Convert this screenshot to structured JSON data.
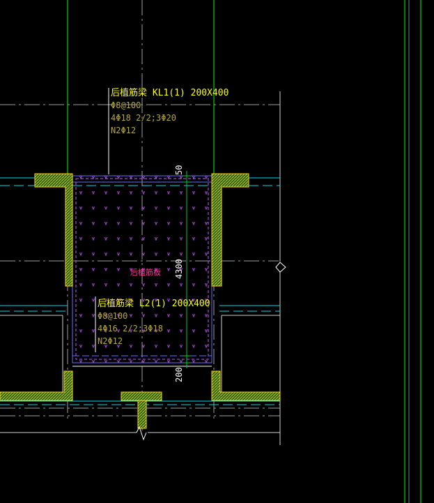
{
  "colors": {
    "background": "#000000",
    "axis_green": "#00ff00",
    "grid_gray": "#c8c8c8",
    "dash_cyan": "#00d8e8",
    "wall_hatch": "#9acd32",
    "slab_magenta": "#c060ff",
    "beam_blue": "#6a6aff",
    "label_yellow": "#ffff00",
    "note_olive": "#b5a542",
    "slab_label_pink": "#ff3399",
    "dimension_green": "#00cc33",
    "dimension_text": "#ffffff"
  },
  "icons": [
    "break-line-symbol"
  ],
  "beam_kl1": {
    "name": "后植筋梁  KL1(1) 200X400",
    "stirrup": "Φ8@100",
    "rebar": "4Φ18  2/2;3Φ20",
    "waist": "N2Φ12"
  },
  "beam_l2": {
    "name": "后植筋梁  L2(1) 200X400",
    "stirrup": "Φ8@100",
    "rebar": "4Φ16  2/2;3Φ18",
    "waist": "N2Φ12"
  },
  "slab_label": "后植筋板",
  "dimensions": {
    "top": "50",
    "span": "4300",
    "bottom": "200"
  }
}
